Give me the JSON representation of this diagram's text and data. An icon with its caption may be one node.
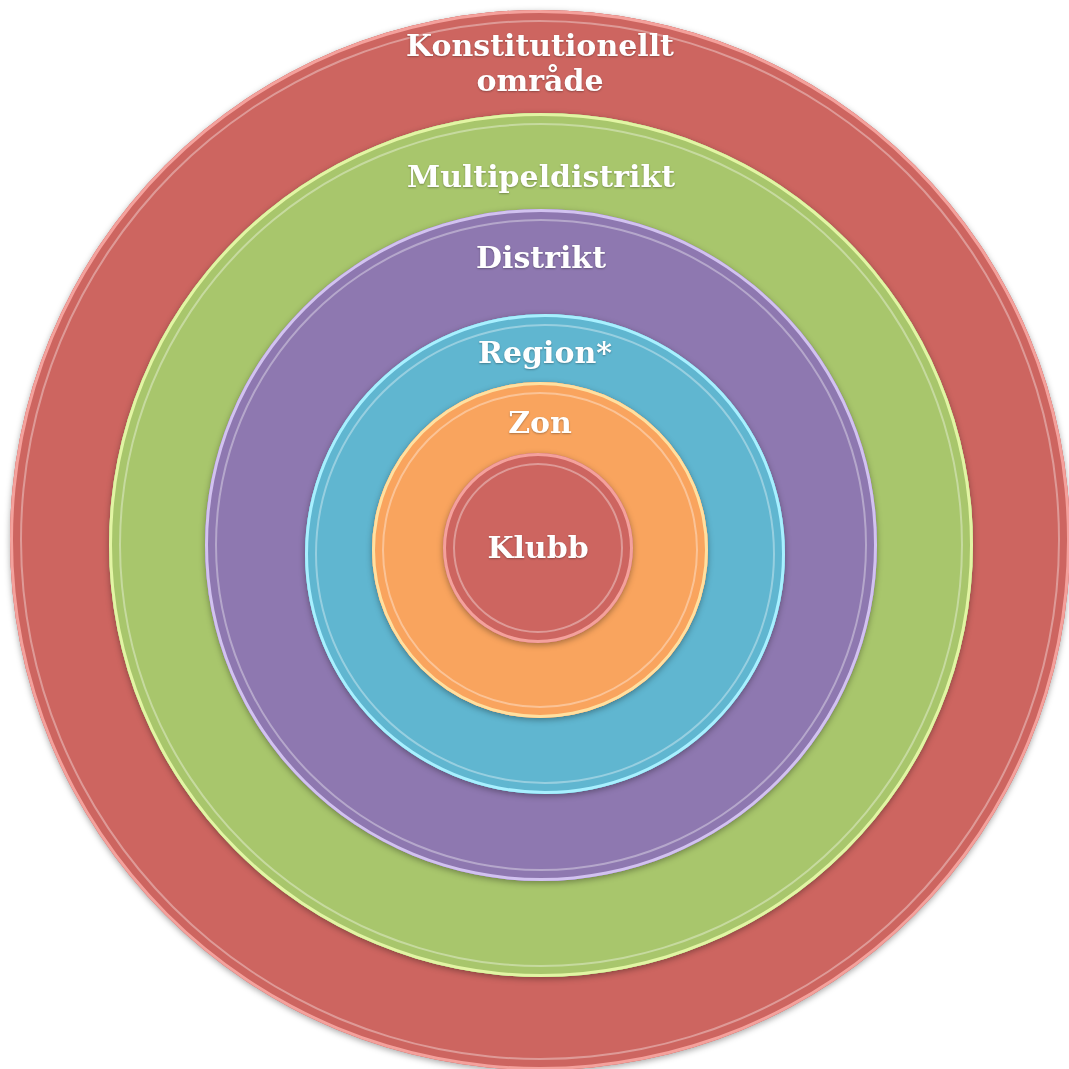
{
  "diagram": {
    "nodes": [
      {
        "text": [
          "Konstitutionellt område"
        ]
      },
      {
        "text": [
          "Multipeldistrikt"
        ],
        "in": 0
      },
      {
        "text": [
          "Distrikt"
        ],
        "in": 1
      },
      {
        "text": [
          "Region*"
        ],
        "in": 2
      },
      {
        "text": [
          "Zon"
        ],
        "in": 3
      },
      {
        "text": [
          "Klubb"
        ],
        "in": 4
      }
    ]
  }
}
